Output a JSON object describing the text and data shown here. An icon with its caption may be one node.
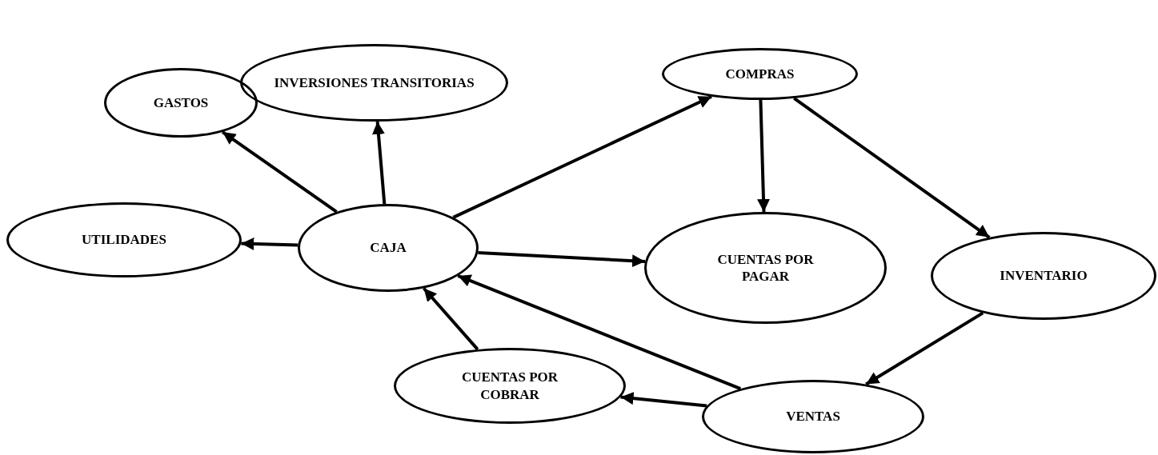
{
  "diagram": {
    "nodes": [
      {
        "text": [
          "INVERSIONES TRANSITORIAS"
        ]
      },
      {
        "text": [
          "COMPRAS"
        ]
      },
      {
        "text": [
          "GASTOS"
        ]
      },
      {
        "text": [
          "UTILIDADES"
        ]
      },
      {
        "text": [
          "CAJA"
        ]
      },
      {
        "text": [
          "CUENTAS POR PAGAR"
        ]
      },
      {
        "text": [
          "INVENTARIO"
        ]
      },
      {
        "text": [
          "CUENTAS POR COBRAR"
        ]
      },
      {
        "text": [
          "VENTAS"
        ]
      }
    ],
    "edges": [
      {
        "from": 4,
        "to": 2,
        "arrow": "to"
      },
      {
        "from": 4,
        "to": 0,
        "arrow": "to"
      },
      {
        "from": 4,
        "to": 1,
        "arrow": "to"
      },
      {
        "from": 4,
        "to": 3,
        "arrow": "to"
      },
      {
        "from": 4,
        "to": 5,
        "arrow": "to"
      },
      {
        "from": 1,
        "to": 5,
        "arrow": "to"
      },
      {
        "from": 1,
        "to": 6,
        "arrow": "to"
      },
      {
        "from": 6,
        "to": 8,
        "arrow": "to"
      },
      {
        "from": 8,
        "to": 4,
        "arrow": "to"
      },
      {
        "from": 8,
        "to": 7,
        "arrow": "to"
      },
      {
        "from": 7,
        "to": 4,
        "arrow": "to"
      }
    ]
  }
}
